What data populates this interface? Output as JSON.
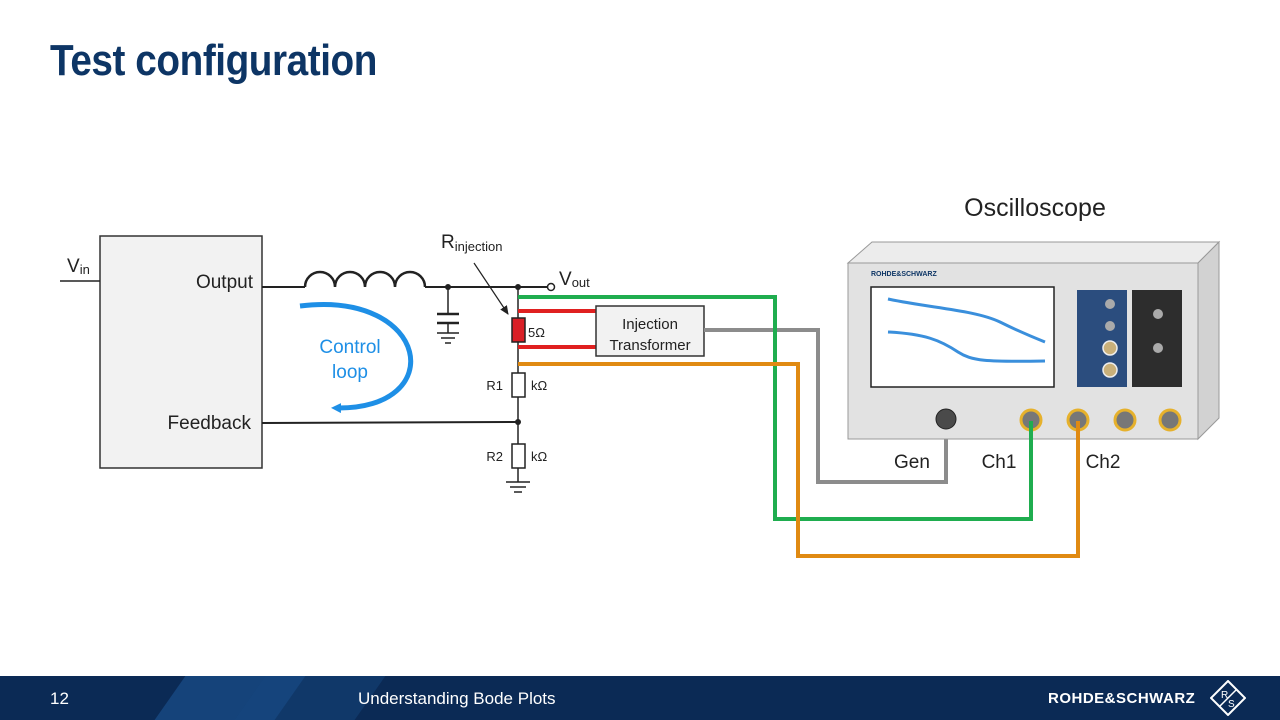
{
  "slide": {
    "title": "Test configuration",
    "page_number": "12",
    "footer_title": "Understanding Bode Plots",
    "brand": "ROHDE&SCHWARZ"
  },
  "diagram": {
    "vin": {
      "main": "V",
      "sub": "in"
    },
    "output_label": "Output",
    "feedback_label": "Feedback",
    "control_loop": [
      "Control",
      "loop"
    ],
    "r_injection": {
      "main": "R",
      "sub": "injection"
    },
    "vout": {
      "main": "V",
      "sub": "out"
    },
    "r_inj_value": "5Ω",
    "r1_label": "R1",
    "r1_value": "kΩ",
    "r2_label": "R2",
    "r2_value": "kΩ",
    "injection_transformer": [
      "Injection",
      "Transformer"
    ],
    "oscilloscope_label": "Oscilloscope",
    "scope_brand": "ROHDE&SCHWARZ",
    "gen_label": "Gen",
    "ch1_label": "Ch1",
    "ch2_label": "Ch2"
  },
  "colors": {
    "title": "#0d3565",
    "loop_arrow": "#1e8fe6",
    "green_wire": "#1fad4f",
    "orange_wire": "#e08a12",
    "gray_wire": "#8c8c8c",
    "red_wire": "#e02020",
    "footer": "#0b2a55"
  }
}
